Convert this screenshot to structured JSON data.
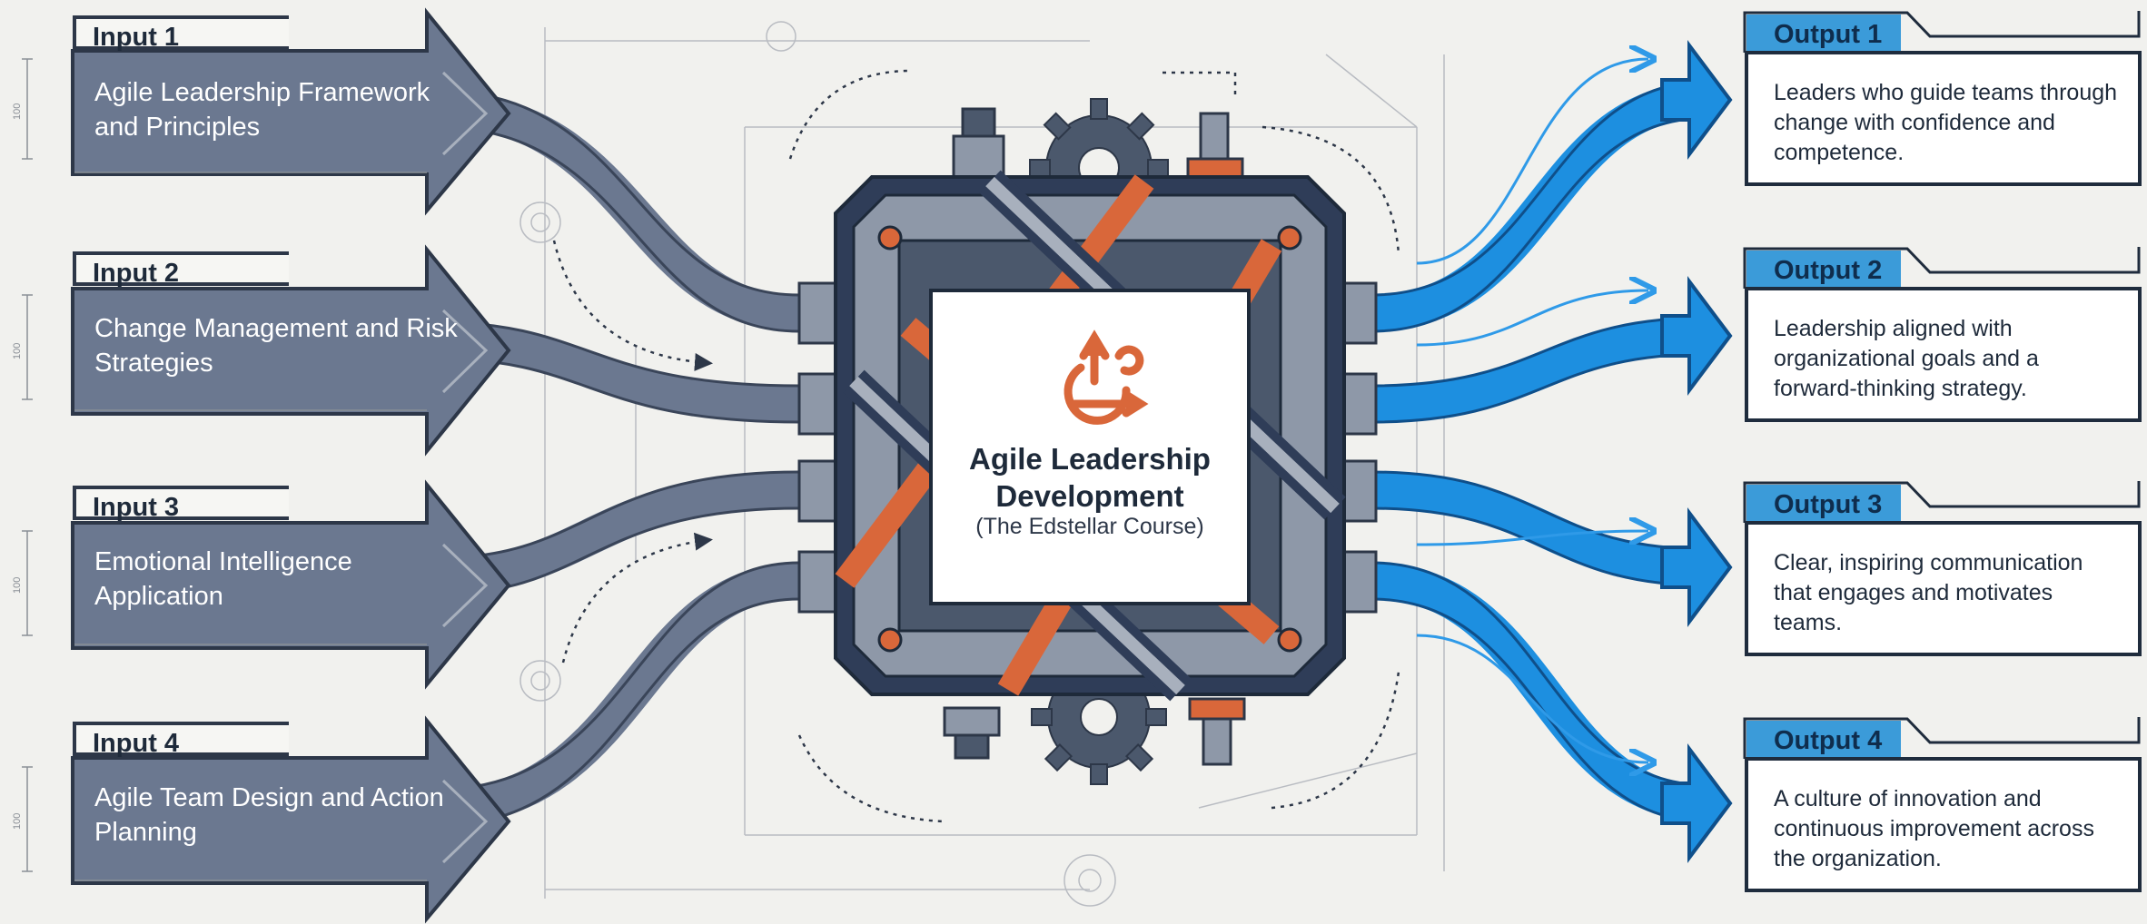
{
  "inputs": [
    {
      "label": "Input 1",
      "text": "Agile Leadership Framework and Principles"
    },
    {
      "label": "Input 2",
      "text": "Change Management and Risk Strategies"
    },
    {
      "label": "Input 3",
      "text": "Emotional Intelligence Application"
    },
    {
      "label": "Input 4",
      "text": "Agile Team Design and Action Planning"
    }
  ],
  "center": {
    "title": "Agile Leadership Development",
    "subtitle": "(The Edstellar Course)",
    "icon": "agile-cycle-icon"
  },
  "outputs": [
    {
      "label": "Output 1",
      "text": "Leaders who guide teams through change with confidence and competence."
    },
    {
      "label": "Output 2",
      "text": "Leadership aligned with organizational goals and a forward-thinking strategy."
    },
    {
      "label": "Output 3",
      "text": "Clear, inspiring communication that engages and motivates teams."
    },
    {
      "label": "Output 4",
      "text": "A culture of innovation and continuous improvement across the organization."
    }
  ],
  "dimension_label": "100",
  "colors": {
    "input_arrow": "#6b7890",
    "input_border": "#2d3748",
    "output_arrow": "#1d8fe0",
    "accent_orange": "#d9673a",
    "navy": "#2f3d58",
    "background": "#f1f1ee"
  }
}
